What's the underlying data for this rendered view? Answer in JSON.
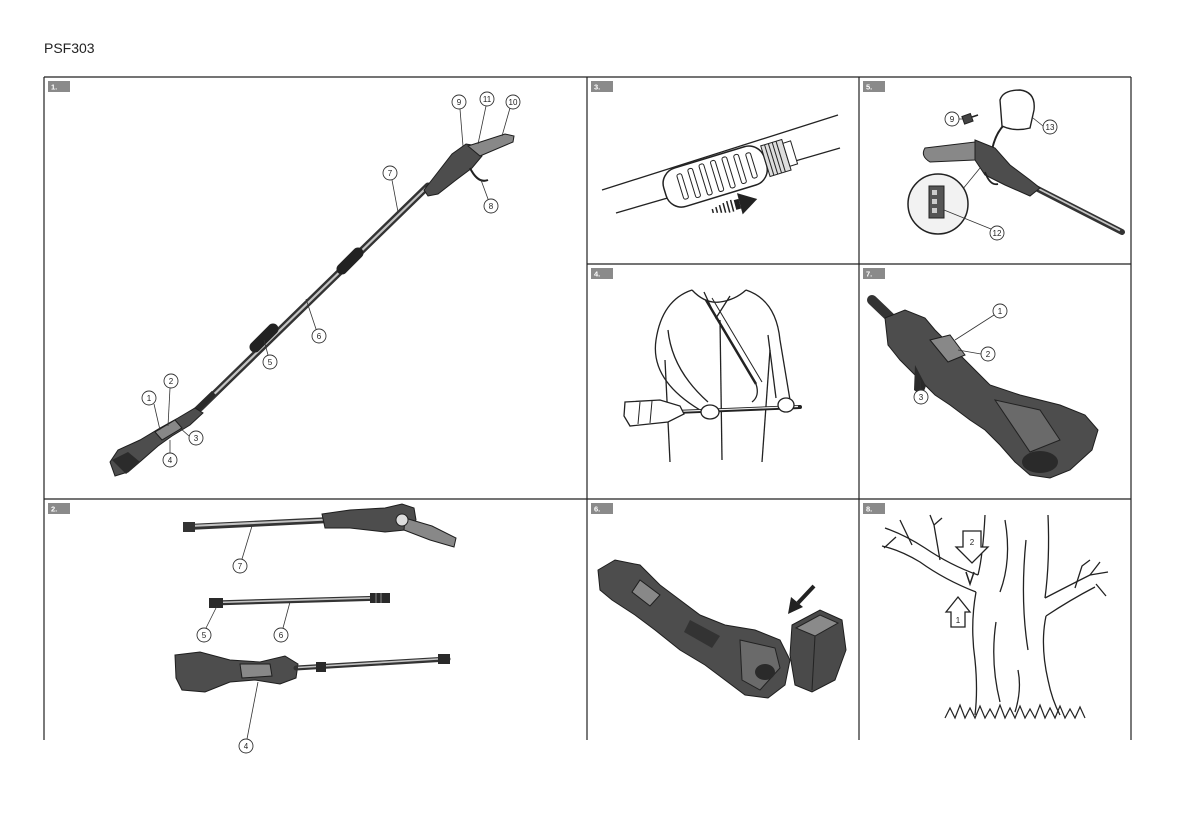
{
  "title": "PSF303",
  "panels": [
    {
      "label": "1.",
      "callouts": [
        "9",
        "11",
        "10",
        "7",
        "8",
        "6",
        "5",
        "2",
        "1",
        "3",
        "4"
      ]
    },
    {
      "label": "2.",
      "callouts": [
        "7",
        "5",
        "6",
        "4"
      ]
    },
    {
      "label": "3.",
      "callouts": []
    },
    {
      "label": "4.",
      "callouts": []
    },
    {
      "label": "5.",
      "callouts": [
        "9",
        "13",
        "12"
      ]
    },
    {
      "label": "6.",
      "callouts": []
    },
    {
      "label": "7.",
      "callouts": [
        "1",
        "2",
        "3"
      ]
    },
    {
      "label": "8.",
      "callouts": [
        "2",
        "1"
      ]
    }
  ],
  "icons": {
    "cut_down": "down-arrow-icon",
    "cut_up": "up-arrow-icon",
    "insert_direction": "arrow-icon"
  }
}
